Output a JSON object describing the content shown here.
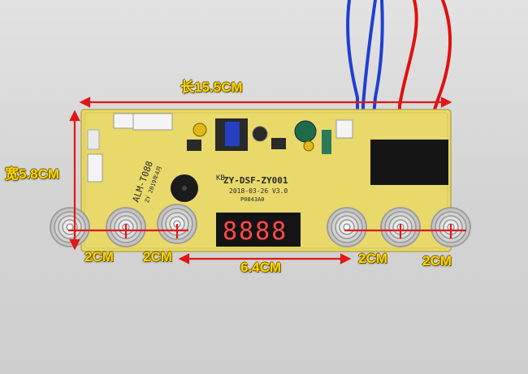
{
  "dimensions": {
    "length": "长15.5CM",
    "width": "宽5.8CM",
    "pitch_1": "2CM",
    "pitch_2": "2CM",
    "center_gap": "6.4CM",
    "pitch_3": "2CM",
    "pitch_4": "2CM"
  },
  "board": {
    "model": "ZY-DSF-ZY001",
    "date_version": "2018-03-26 V3.0",
    "part_code": "P0843A0",
    "logo": "KB",
    "side_label": "ALM-T088",
    "side_sub": "ZY 2019年4月",
    "display_digits": "8888"
  },
  "colors": {
    "pcb": "#e8d96a",
    "dimension_text": "#ffd400",
    "dimension_line": "#e01818",
    "wire_blue": "#1f3fd0",
    "wire_red": "#e01010"
  }
}
